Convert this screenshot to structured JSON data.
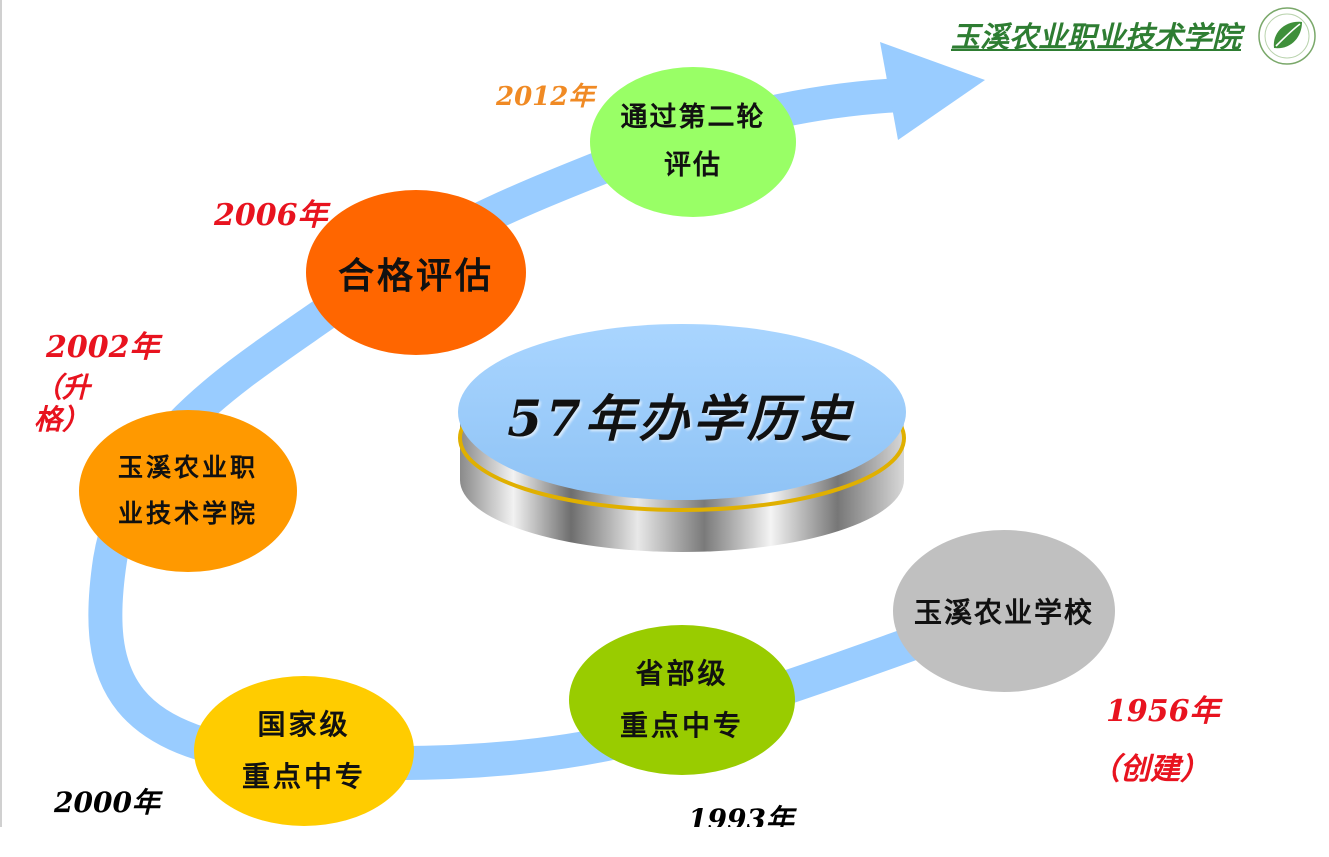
{
  "header": {
    "school_name": "玉溪农业职业技术学院",
    "logo_icon": "green-leaf-logo-icon"
  },
  "center": {
    "title": "57年办学历史"
  },
  "timeline": [
    {
      "year": "1956年",
      "note": "（创建）",
      "label": "玉溪农业学校",
      "color": "#c0c0c0"
    },
    {
      "year": "1993年",
      "note": "",
      "label": "省部级\n重点中专",
      "color": "#99cc00"
    },
    {
      "year": "2000年",
      "note": "",
      "label": "国家级\n重点中专",
      "color": "#ffcc00"
    },
    {
      "year": "2002年",
      "note": "（升格）",
      "label": "玉溪农业职\n业技术学院",
      "color": "#ff9900"
    },
    {
      "year": "2006年",
      "note": "",
      "label": "合格评估",
      "color": "#ff6600"
    },
    {
      "year": "2012年",
      "note": "",
      "label": "通过第二轮\n评估",
      "color": "#99ff66"
    }
  ],
  "colors": {
    "arrow": "#99ccff",
    "year_red": "#e8131f",
    "year_orange": "#f08a24",
    "year_black": "#000000",
    "school_green": "#2e7d32",
    "disk_top": "#99ccff",
    "disk_ring": "#e0b000"
  }
}
